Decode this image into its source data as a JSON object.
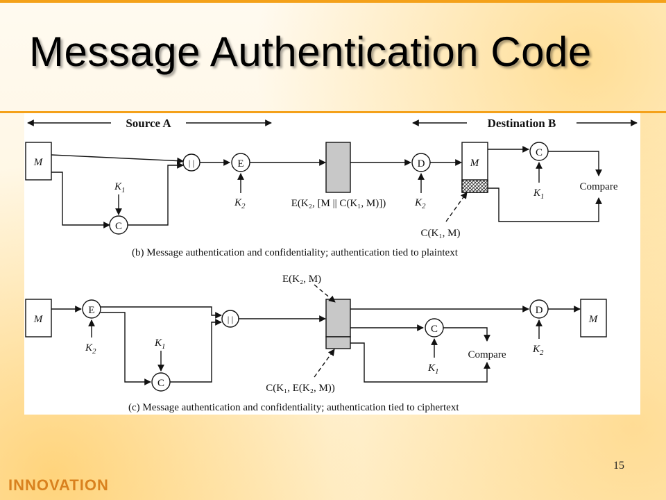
{
  "slide": {
    "title": "Message Authentication Code",
    "page_number": "15",
    "footer_logo": "INNOVATION"
  },
  "diagram": {
    "header": {
      "source": "Source A",
      "destination": "Destination B"
    },
    "b": {
      "m_in": "M",
      "concat": "| |",
      "enc": "E",
      "k2_enc": "K",
      "k2_enc_sub": "2",
      "k1_mac": "K",
      "k1_mac_sub": "1",
      "mac": "C",
      "ciphertext_label": "E(K₂, [M || C(K₁, M)])",
      "dec": "D",
      "k2_dec": "K",
      "k2_dec_sub": "2",
      "m_out": "M",
      "mac2": "C",
      "k1_mac2": "K",
      "k1_mac2_sub": "1",
      "compare": "Compare",
      "mac_label": "C(K₁, M)",
      "caption": "(b) Message authentication and confidentiality; authentication tied to plaintext"
    },
    "c": {
      "m_in": "M",
      "enc": "E",
      "k2_enc": "K",
      "k2_enc_sub": "2",
      "k1_mac": "K",
      "k1_mac_sub": "1",
      "mac": "C",
      "concat": "| |",
      "ciphertext_label": "E(K₂, M)",
      "mac_label": "C(K₁, E(K₂, M))",
      "dec": "D",
      "k2_dec": "K",
      "k2_dec_sub": "2",
      "m_out": "M",
      "mac2": "C",
      "k1_mac2": "K",
      "k1_mac2_sub": "1",
      "compare": "Compare",
      "caption": "(c) Message authentication and confidentiality; authentication tied to ciphertext"
    }
  }
}
